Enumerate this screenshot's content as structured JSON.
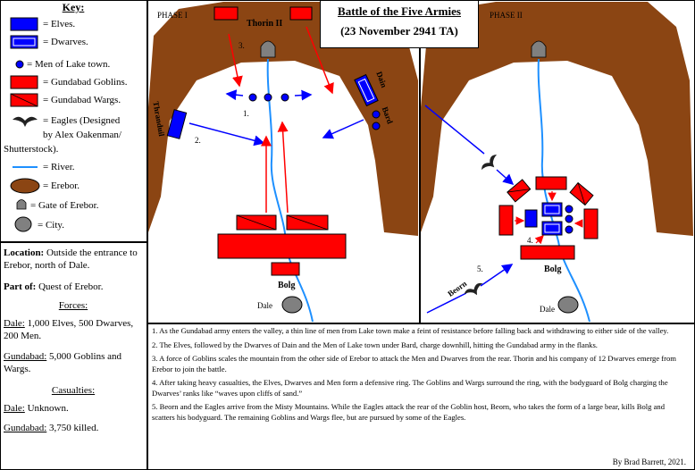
{
  "title": {
    "line1": "Battle of the Five Armies",
    "line2": "(23 November 2941 TA)"
  },
  "key": {
    "heading": "Key:",
    "items": [
      {
        "label": "= Elves.",
        "icon": "elves-unit-icon"
      },
      {
        "label": "= Dwarves.",
        "icon": "dwarves-unit-icon"
      },
      {
        "label": "= Men of Lake town.",
        "icon": "men-unit-icon"
      },
      {
        "label": "= Gundabad Goblins.",
        "icon": "goblins-unit-icon"
      },
      {
        "label": "= Gundabad Wargs.",
        "icon": "wargs-unit-icon"
      },
      {
        "label": "= Eagles (Designed",
        "icon": "eagle-icon"
      },
      {
        "label": "by Alex Oakenman/",
        "icon": ""
      },
      {
        "label": "Shutterstock).",
        "icon": ""
      },
      {
        "label": "= River.",
        "icon": "river-icon"
      },
      {
        "label": "= Erebor.",
        "icon": "erebor-icon"
      },
      {
        "label": "= Gate of Erebor.",
        "icon": "gate-icon"
      },
      {
        "label": "= City.",
        "icon": "city-icon"
      }
    ]
  },
  "info": {
    "location_label": "Location:",
    "location_text": " Outside the entrance to Erebor, north of Dale.",
    "partof_label": "Part of:",
    "partof_text": " Quest of Erebor.",
    "forces_heading": "Forces:",
    "forces": [
      {
        "side": "Dale:",
        "text": " 1,000 Elves, 500 Dwarves, 200 Men."
      },
      {
        "side": "Gundabad:",
        "text": " 5,000 Goblins and Wargs."
      }
    ],
    "casualties_heading": "Casualties:",
    "casualties": [
      {
        "side": "Dale:",
        "text": " Unknown."
      },
      {
        "side": "Gundabad:",
        "text": " 3,750 killed."
      }
    ]
  },
  "phase1": {
    "label": "PHASE I",
    "thorin": "Thorin II",
    "thranduil": "Thranduil",
    "dain": "Dain",
    "bard": "Bard",
    "bolg": "Bolg",
    "dale": "Dale",
    "n1": "1.",
    "n2": "2.",
    "n3": "3."
  },
  "phase2": {
    "label": "PHASE II",
    "bolg": "Bolg",
    "dale": "Dale",
    "beorn": "Beorn",
    "n4": "4.",
    "n5": "5."
  },
  "notes": [
    "1. As the Gundabad army enters the valley, a thin line of men from Lake town make a feint of resistance before falling back and withdrawing to either side of the valley.",
    "2. The Elves, followed by the Dwarves of Dain and the Men of Lake town under Bard, charge downhill, hitting the Gundabad army in the flanks.",
    "3. A force of Goblins scales the mountain from the other side of Erebor to attack the Men and Dwarves from the rear. Thorin and his company of 12 Dwarves emerge from Erebor to join the battle.",
    "4. After taking heavy casualties, the Elves, Dwarves and Men form a defensive ring. The Goblins and Wargs surround the ring, with the bodyguard of Bolg charging the Dwarves’ ranks like “waves upon cliffs of sand.”",
    "5. Beorn and the Eagles arrive from the Misty Mountains. While the Eagles attack the rear of the Goblin host, Beorn, who takes the form of a large bear, kills Bolg and scatters his bodyguard. The remaining Goblins and Wargs flee, but are pursued by some of the Eagles."
  ],
  "credit": "By Brad Barrett, 2021.",
  "colors": {
    "elves": "#0000ff",
    "goblins": "#ff0000",
    "erebor": "#8b4513",
    "river": "#1e90ff",
    "city": "#808080"
  }
}
